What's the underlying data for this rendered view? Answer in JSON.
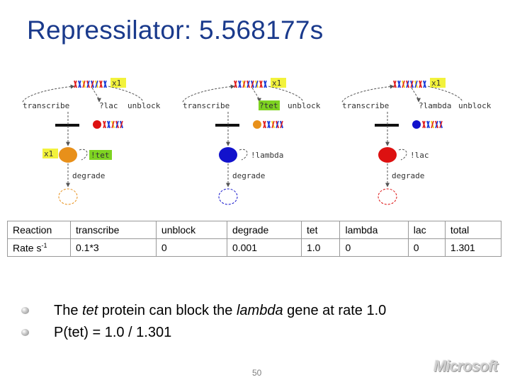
{
  "slide": {
    "title": "Repressilator: 5.568177s",
    "page_number": "50",
    "logo_text": "Microsoft"
  },
  "diagram": {
    "gates": [
      {
        "multiplier": "x1",
        "transcribe": "transcribe",
        "guard": "?lac",
        "unblock": "unblock",
        "protein_multiplier": "x1",
        "protein_channel": "!tet",
        "degrade": "degrade",
        "protein_color": "#e8901a",
        "repressor_color": "#dd1111"
      },
      {
        "multiplier": "x1",
        "transcribe": "transcribe",
        "guard": "?tet",
        "unblock": "unblock",
        "protein_channel": "!lambda",
        "degrade": "degrade",
        "protein_color": "#1212cc",
        "repressor_color": "#e8901a"
      },
      {
        "multiplier": "x1",
        "transcribe": "transcribe",
        "guard": "?lambda",
        "unblock": "unblock",
        "protein_channel": "!lac",
        "degrade": "degrade",
        "protein_color": "#dd1111",
        "repressor_color": "#1212cc"
      }
    ],
    "colors": {
      "highlight": "#f2f23c",
      "green_label": "#7ed321",
      "dna_red": "#e02020",
      "dna_blue": "#1a3ad8",
      "dna_yellow": "#f0d020"
    }
  },
  "table": {
    "header": [
      "Reaction",
      "transcribe",
      "unblock",
      "degrade",
      "tet",
      "lambda",
      "lac",
      "total"
    ],
    "rate_label": "Rate s",
    "rate_sup": "-1",
    "values": [
      "0.1*3",
      "0",
      "0.001",
      "1.0",
      "0",
      "0",
      "1.301"
    ]
  },
  "bullets": {
    "b1_pre": "The ",
    "b1_em1": "tet",
    "b1_mid": " protein can block the ",
    "b1_em2": "lambda",
    "b1_post": " gene at rate 1.0",
    "b2": "P(tet) = 1.0 / 1.301"
  }
}
